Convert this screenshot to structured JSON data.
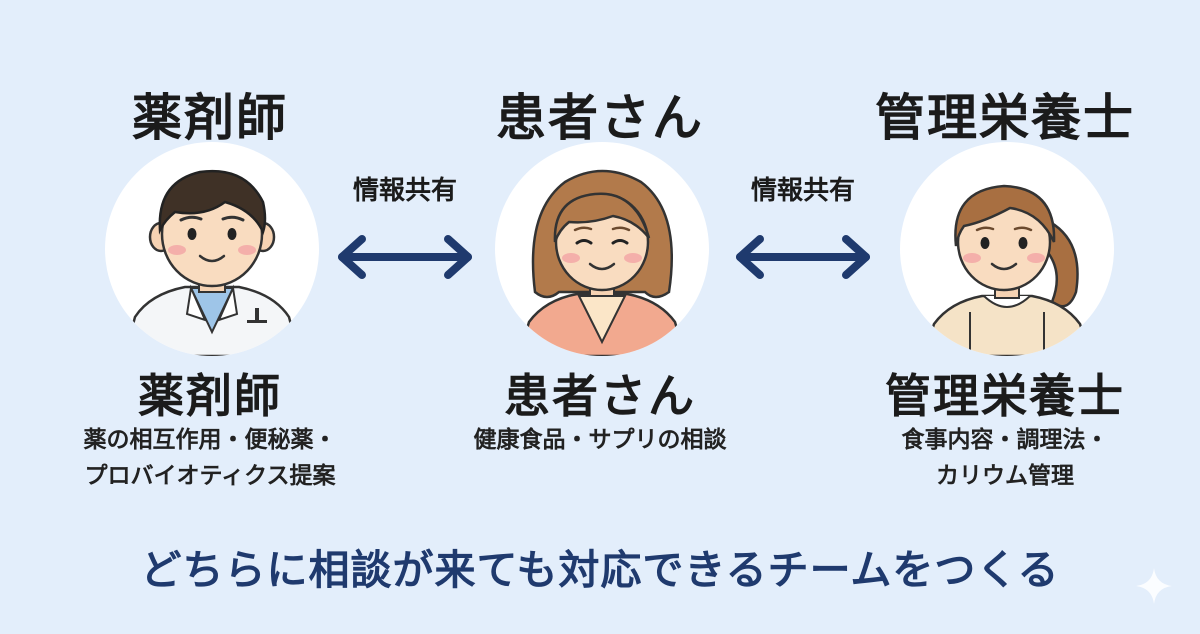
{
  "roles": {
    "pharmacist": {
      "top_label": "薬剤師",
      "bottom_label": "薬剤師",
      "desc": [
        "薬の相互作用・便秘薬・",
        "プロバイオティクス提案"
      ]
    },
    "patient": {
      "top_label": "患者さん",
      "bottom_label": "患者さん",
      "desc": [
        "健康食品・サプリの相談"
      ]
    },
    "dietitian": {
      "top_label": "管理栄養士",
      "bottom_label": "管理栄養士",
      "desc": [
        "食事内容・調理法・",
        "カリウム管理"
      ]
    }
  },
  "links": [
    {
      "label": "情報共有"
    },
    {
      "label": "情報共有"
    }
  ],
  "tagline": "どちらに相談が来ても対応できるチームをつくる",
  "colors": {
    "background": "#e3eefb",
    "arrow": "#1f3a6e",
    "tagline": "#1f3a6e",
    "circle": "#ffffff"
  }
}
